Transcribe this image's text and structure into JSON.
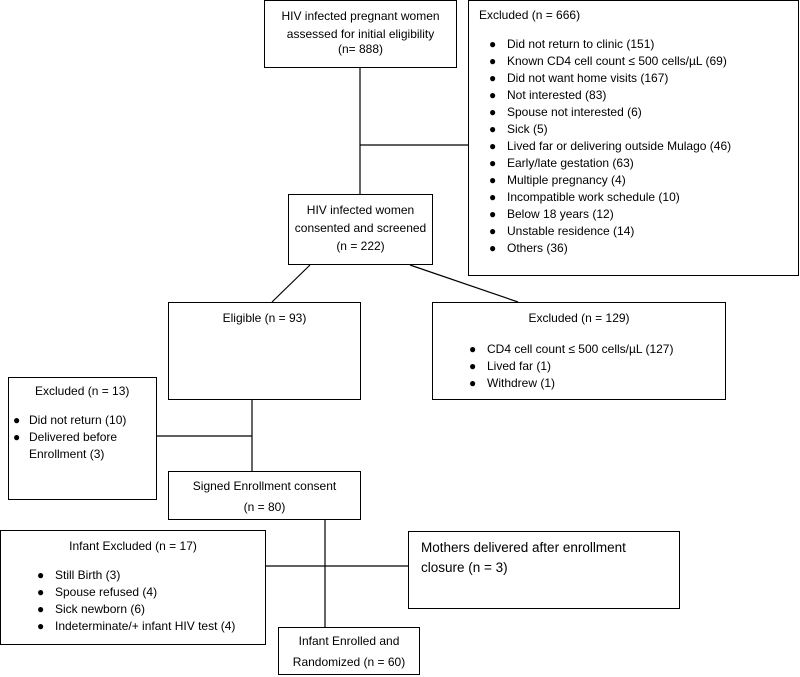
{
  "screening": {
    "line1": "HIV infected pregnant women",
    "line2": "assessed for initial eligibility",
    "count": "(n= 888)"
  },
  "excluded_initial": {
    "title": "Excluded (n = 666)",
    "items": [
      "Did not return to clinic (151)",
      "Known CD4 cell count ≤ 500 cells/µL (69)",
      "Did not want home visits (167)",
      "Not interested (83)",
      "Spouse not interested (6)",
      "Sick (5)",
      "Lived far or delivering outside Mulago (46)",
      "Early/late gestation (63)",
      "Multiple pregnancy (4)",
      "Incompatible work schedule (10)",
      "Below 18 years (12)",
      "Unstable residence (14)",
      "Others (36)"
    ]
  },
  "consented": {
    "line1": "HIV infected women",
    "line2": "consented and screened",
    "count": "(n = 222)"
  },
  "eligible": {
    "label": "Eligible (n = 93)"
  },
  "excluded_cd4": {
    "title": "Excluded (n = 129)",
    "items": [
      "CD4 cell count ≤ 500 cells/µL (127)",
      "Lived far (1)",
      "Withdrew (1)"
    ]
  },
  "excluded_13": {
    "title": "Excluded (n = 13)",
    "items": [
      "Did not return (10)",
      "Delivered before Enrollment (3)"
    ]
  },
  "signed": {
    "line1": "Signed Enrollment consent",
    "count": "(n = 80)"
  },
  "infant_excluded": {
    "title": "Infant Excluded (n = 17)",
    "items": [
      "Still Birth (3)",
      "Spouse refused (4)",
      "Sick newborn (6)",
      "Indeterminate/+  infant HIV test (4)"
    ]
  },
  "mothers_delivered": {
    "line1": "Mothers delivered after enrollment",
    "line2": "closure (n = 3)"
  },
  "enrolled": {
    "line1": "Infant Enrolled and",
    "line2": "Randomized (n = 60)"
  }
}
